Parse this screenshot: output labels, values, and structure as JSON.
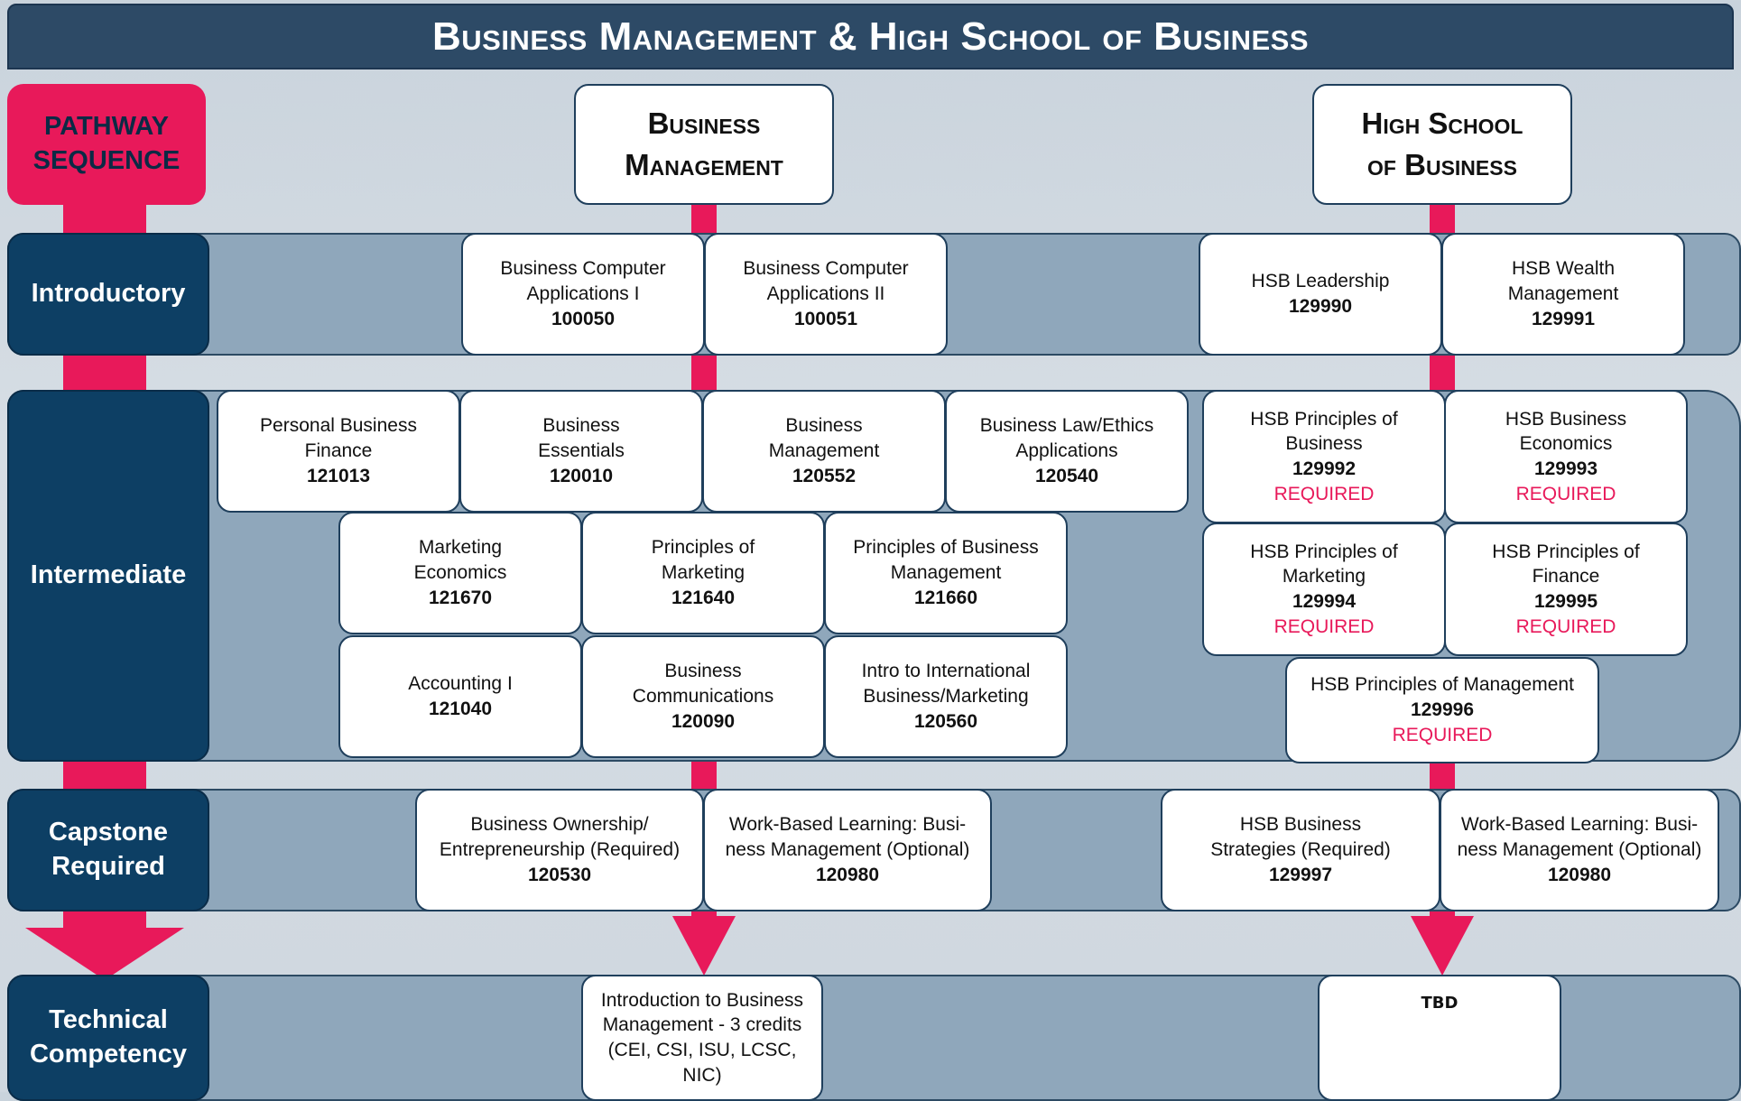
{
  "title": "Business Management & High School of Business",
  "pathway_label": {
    "line1": "PATHWAY",
    "line2": "SEQUENCE"
  },
  "columns": {
    "bm": {
      "line1": "Business",
      "line2": "Management"
    },
    "hsb": {
      "line1": "High School",
      "line2": "of Business"
    }
  },
  "levels": {
    "introductory": "Introductory",
    "intermediate": "Intermediate",
    "capstone": {
      "line1": "Capstone",
      "line2": "Required"
    },
    "technical": {
      "line1": "Technical",
      "line2": "Competency"
    }
  },
  "courses": {
    "bca1": {
      "l1": "Business Computer",
      "l2": "Applications I",
      "code": "100050"
    },
    "bca2": {
      "l1": "Business Computer",
      "l2": "Applications II",
      "code": "100051"
    },
    "hsb_lead": {
      "l1": "HSB Leadership",
      "code": "129990"
    },
    "hsb_wealth": {
      "l1": "HSB Wealth",
      "l2": "Management",
      "code": "129991"
    },
    "pbf": {
      "l1": "Personal Business",
      "l2": "Finance",
      "code": "121013"
    },
    "bess": {
      "l1": "Business",
      "l2": "Essentials",
      "code": "120010"
    },
    "bmgmt": {
      "l1": "Business",
      "l2": "Management",
      "code": "120552"
    },
    "blaw": {
      "l1": "Business Law/Ethics",
      "l2": "Applications",
      "code": "120540"
    },
    "mecon": {
      "l1": "Marketing",
      "l2": "Economics",
      "code": "121670"
    },
    "pmkt": {
      "l1": "Principles of",
      "l2": "Marketing",
      "code": "121640"
    },
    "pbm": {
      "l1": "Principles of Business",
      "l2": "Management",
      "code": "121660"
    },
    "acct": {
      "l1": "Accounting I",
      "code": "121040"
    },
    "bcomm": {
      "l1": "Business",
      "l2": "Communications",
      "code": "120090"
    },
    "intl": {
      "l1": "Intro to International",
      "l2": "Business/Marketing",
      "code": "120560"
    },
    "hsb_pob": {
      "l1": "HSB Principles of",
      "l2": "Business",
      "code": "129992",
      "note": "REQUIRED"
    },
    "hsb_econ": {
      "l1": "HSB Business",
      "l2": "Economics",
      "code": "129993",
      "note": "REQUIRED"
    },
    "hsb_mkt": {
      "l1": "HSB Principles of",
      "l2": "Marketing",
      "code": "129994",
      "note": "REQUIRED"
    },
    "hsb_fin": {
      "l1": "HSB Principles of",
      "l2": "Finance",
      "code": "129995",
      "note": "REQUIRED"
    },
    "hsb_mgmt": {
      "l1": "HSB Principles of Management",
      "code": "129996",
      "note": "REQUIRED"
    },
    "own": {
      "l1": "Business Ownership/",
      "l2": "Entrepreneurship (Required)",
      "code": "120530"
    },
    "wbl1": {
      "l1": "Work-Based Learning: Busi-",
      "l2": "ness Management (Optional)",
      "code": "120980"
    },
    "hsb_strat": {
      "l1": "HSB Business",
      "l2": "Strategies (Required)",
      "code": "129997"
    },
    "wbl2": {
      "l1": "Work-Based Learning: Busi-",
      "l2": "ness Management (Optional)",
      "code": "120980"
    },
    "intro_bm": {
      "l1": "Introduction to Business",
      "l2": "Management -  3 credits",
      "l3": "(CEI, CSI, ISU, LCSC, NIC)"
    },
    "tbd": {
      "l1": "TBD"
    }
  },
  "colors": {
    "accent": "#e8195a",
    "navy": "#0d3f64",
    "band": "#8fa7bb",
    "title_bar": "#2d4a66"
  }
}
